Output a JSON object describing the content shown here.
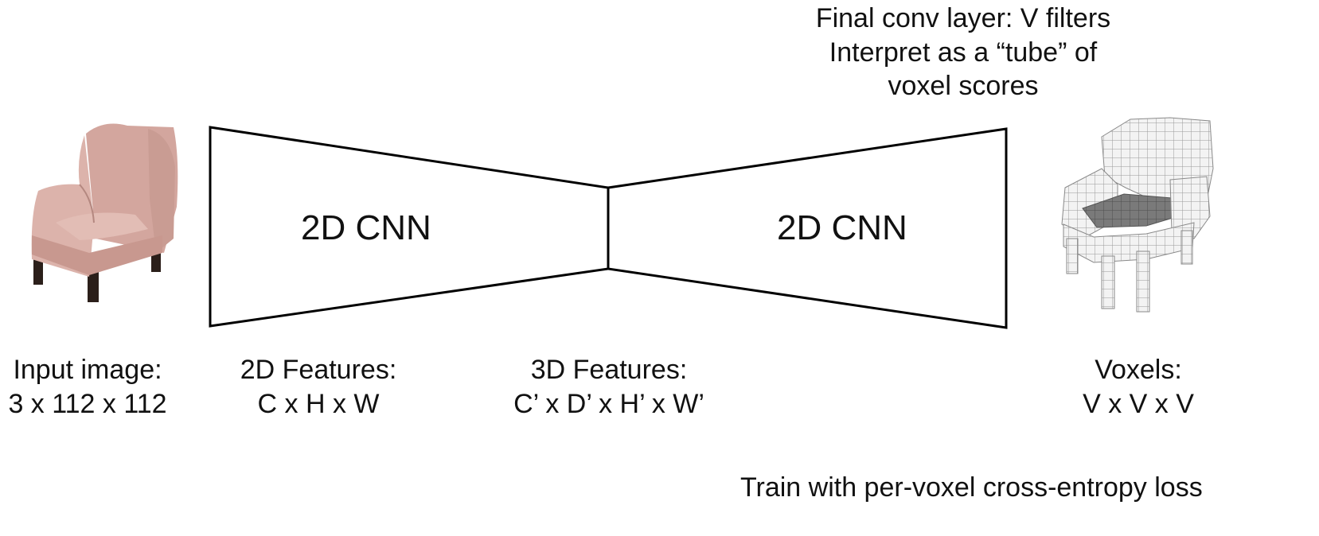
{
  "top_note": {
    "lines": [
      "Final conv layer: V filters",
      "Interpret as a “tube” of",
      "voxel scores"
    ]
  },
  "encoder": {
    "label": "2D CNN"
  },
  "decoder": {
    "label": "2D CNN"
  },
  "input_caption": {
    "lines": [
      "Input image:",
      "3 x 112 x 112"
    ]
  },
  "features_2d_caption": {
    "lines": [
      "2D Features:",
      "C x H x W"
    ]
  },
  "features_3d_caption": {
    "lines": [
      "3D Features:",
      "C’ x D’ x H’ x W’"
    ]
  },
  "voxels_caption": {
    "lines": [
      "Voxels:",
      "V x V x V"
    ]
  },
  "loss_note": "Train with per-voxel cross-entropy loss",
  "colors": {
    "chair_fabric": "#d9b0a8",
    "chair_legs": "#2b1f1a",
    "voxel_light": "#f2f2f2",
    "voxel_dark": "#6a6a6a"
  }
}
